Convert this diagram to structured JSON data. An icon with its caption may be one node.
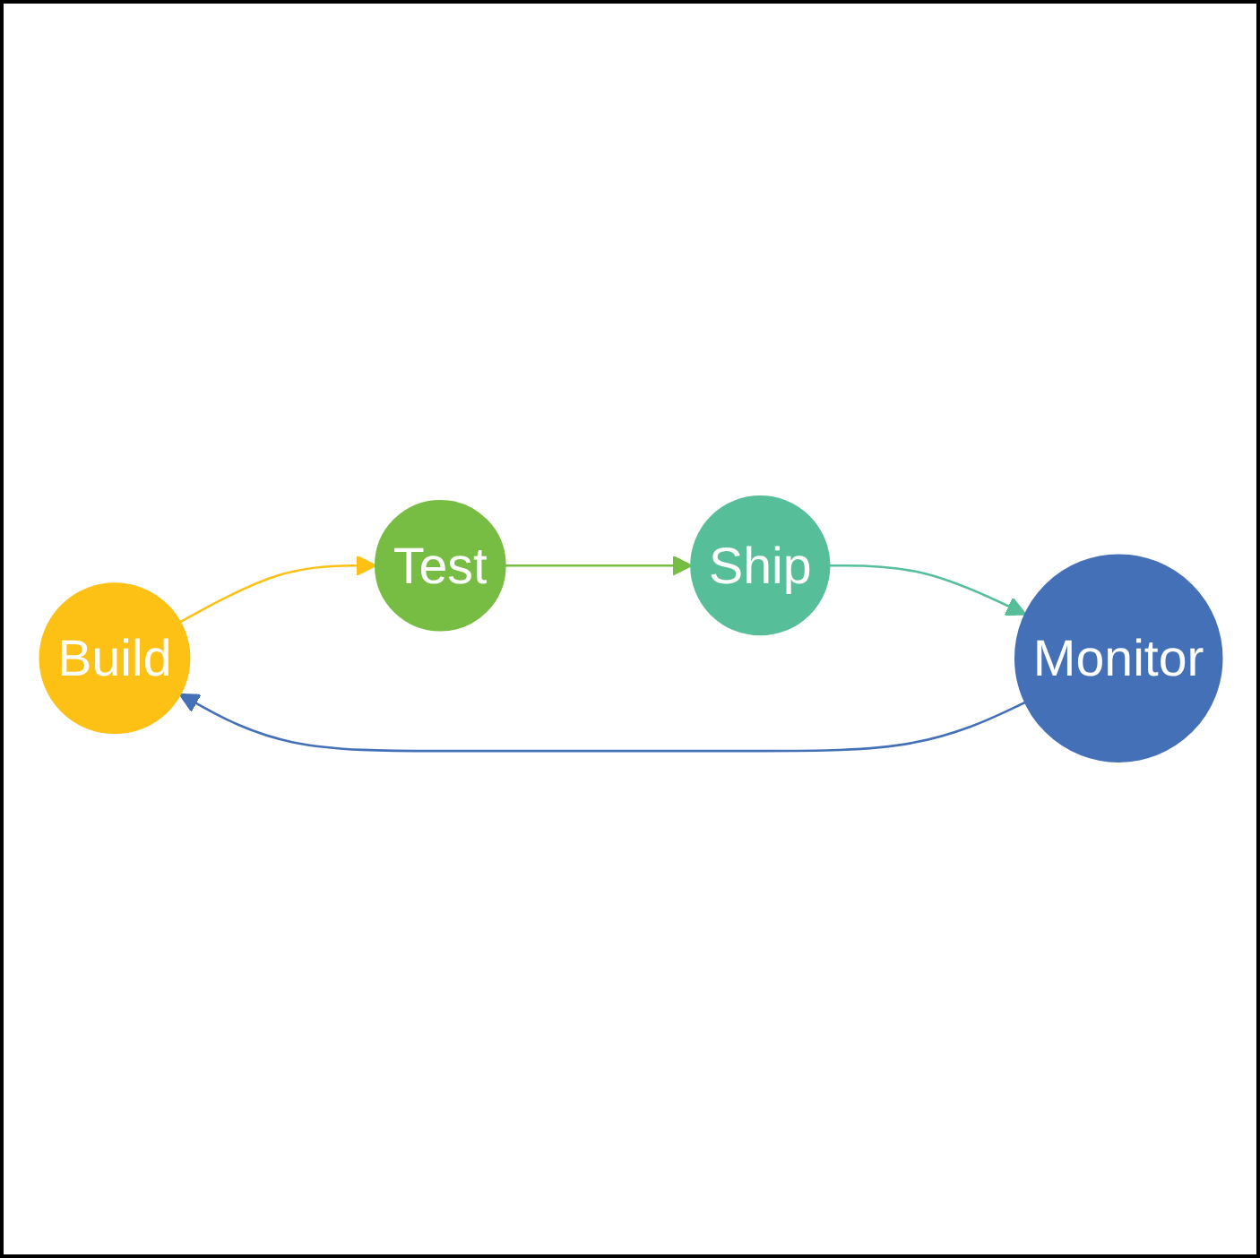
{
  "diagram": {
    "nodes": [
      {
        "text": [
          "Build"
        ]
      },
      {
        "text": [
          "Test"
        ]
      },
      {
        "text": [
          "Ship"
        ]
      },
      {
        "text": [
          "Monitor"
        ]
      }
    ],
    "edges": [
      {
        "from": 0,
        "to": 1,
        "arrow": "to",
        "color": "#fdc014"
      },
      {
        "from": 1,
        "to": 2,
        "arrow": "to",
        "color": "#77bd43"
      },
      {
        "from": 2,
        "to": 3,
        "arrow": "to",
        "color": "#56bf99"
      },
      {
        "from": 3,
        "to": 0,
        "arrow": "to",
        "color": "#4470b8"
      }
    ]
  }
}
